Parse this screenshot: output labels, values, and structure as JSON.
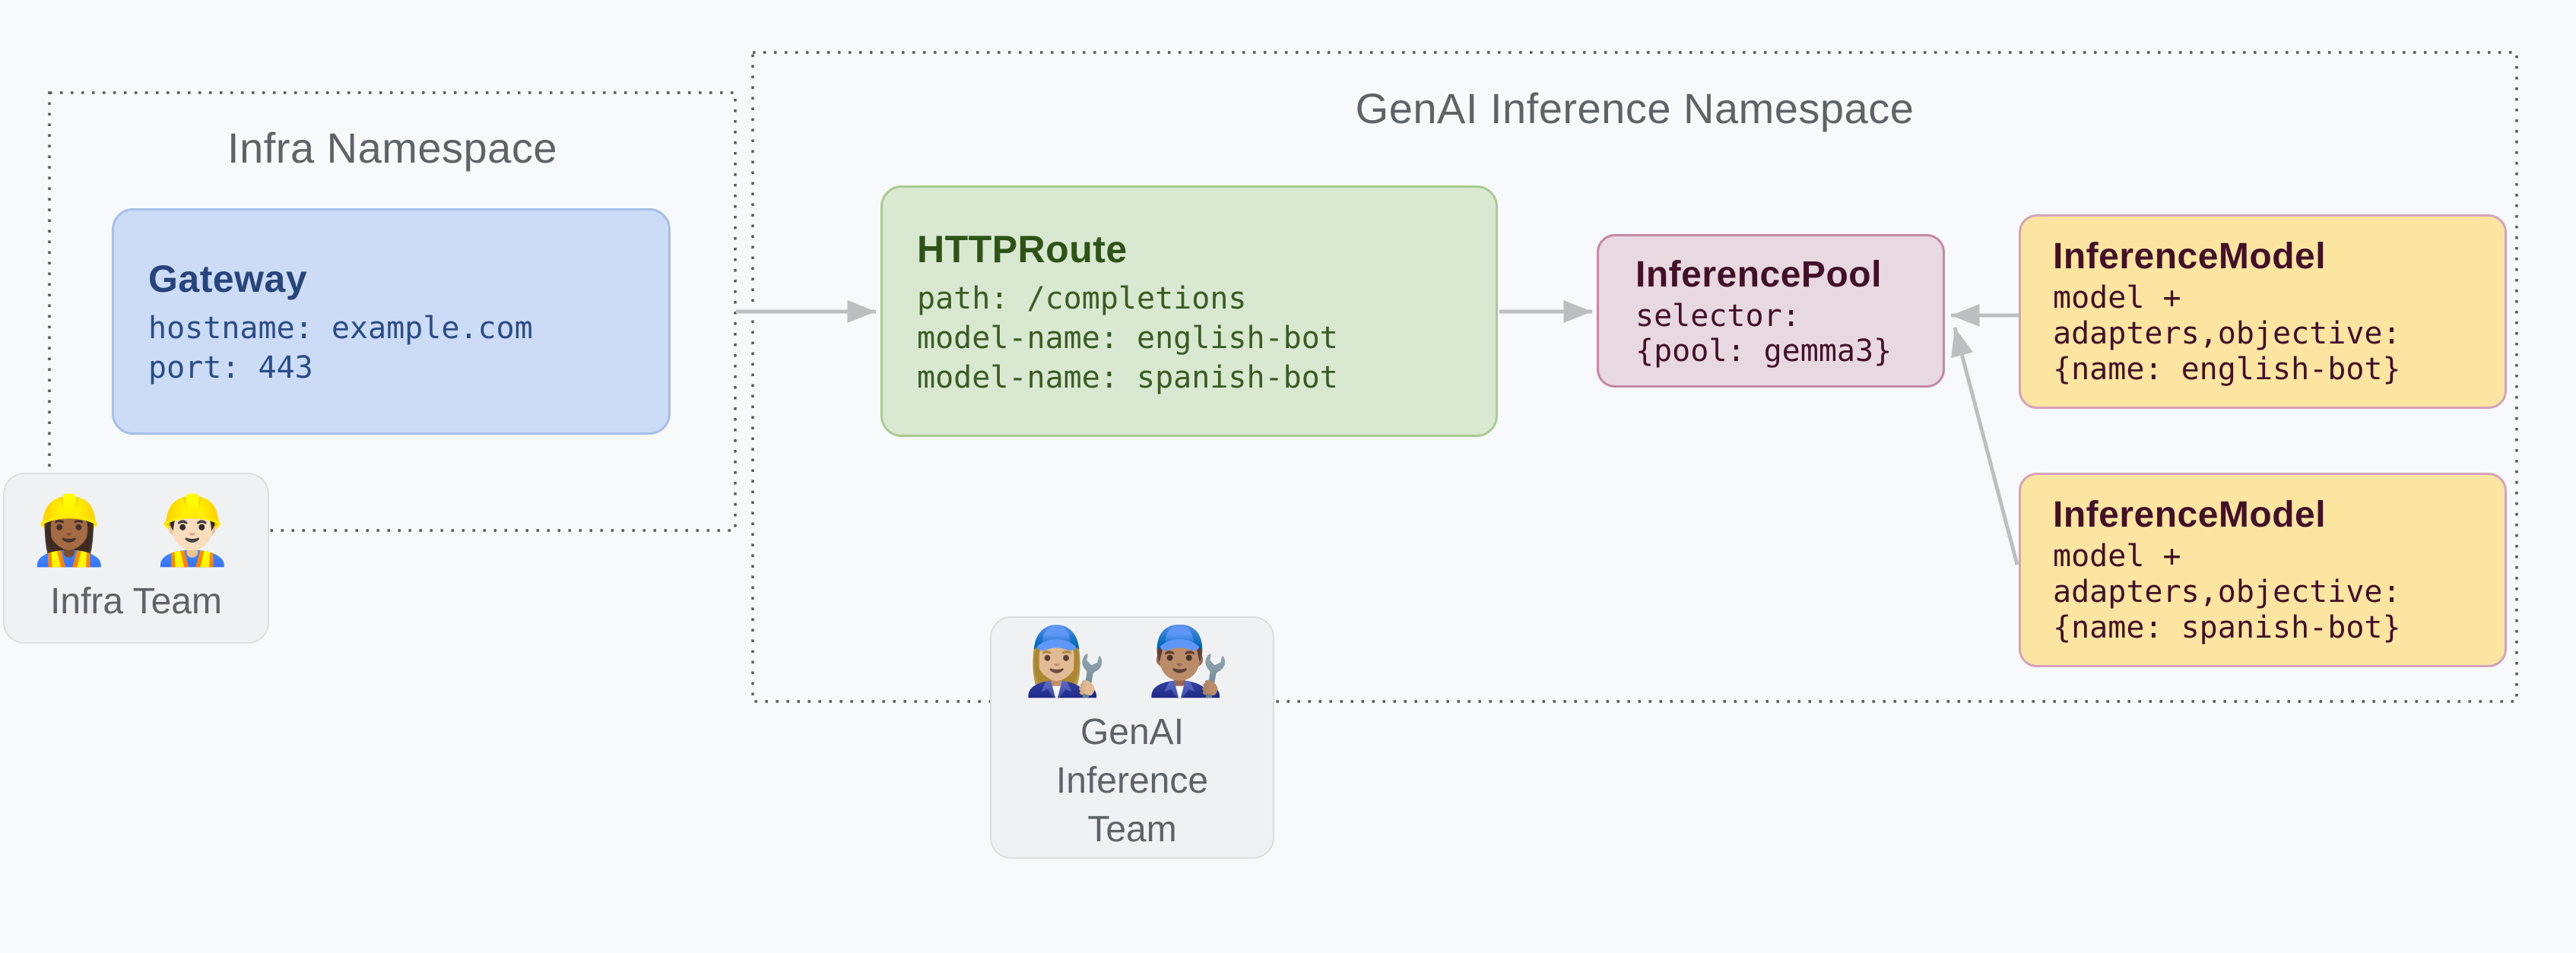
{
  "canvas": {
    "background": "#f8f9fa"
  },
  "colors": {
    "namespace_title": "#5f6368",
    "dotted_border": "#57595c",
    "arrow": "#bcbec0",
    "gateway_fill": "#cddcf6",
    "gateway_border": "#a5bfe9",
    "gateway_text": "#2a4d87",
    "httproute_fill": "#d9e8d0",
    "httproute_border": "#a9cb92",
    "httproute_text": "#3a5c22",
    "pool_fill": "#e8d8e0",
    "pool_border": "#c587a3",
    "pool_text": "#43102a",
    "model_fill": "#fce4a1",
    "model_border": "#d4a3ba",
    "model_text": "#43102a",
    "team_fill": "#f0f1f3",
    "team_border": "#dcdee1",
    "team_text": "#5f6368"
  },
  "namespaces": {
    "infra": {
      "title": "Infra Namespace"
    },
    "genai": {
      "title": "GenAI Inference Namespace"
    }
  },
  "cards": {
    "gateway": {
      "title": "Gateway",
      "lines": [
        "hostname: example.com",
        "port: 443"
      ]
    },
    "httproute": {
      "title": "HTTPRoute",
      "lines": [
        "path: /completions",
        "model-name: english-bot",
        "model-name: spanish-bot"
      ]
    },
    "inference_pool": {
      "title": "InferencePool",
      "lines": [
        "selector:",
        "{pool: gemma3}"
      ]
    },
    "inference_model_english": {
      "title": "InferenceModel",
      "lines": [
        "model +",
        "adapters,objective:",
        "{name: english-bot}"
      ]
    },
    "inference_model_spanish": {
      "title": "InferenceModel",
      "lines": [
        "model +",
        "adapters,objective:",
        "{name: spanish-bot}"
      ]
    }
  },
  "teams": {
    "infra": {
      "emoji": "👷🏾‍♀️ 👷🏻‍♂️",
      "label": "Infra Team"
    },
    "genai": {
      "emoji": "👩🏼‍🔧 👨🏽‍🔧",
      "label": "GenAI Inference Team"
    }
  }
}
